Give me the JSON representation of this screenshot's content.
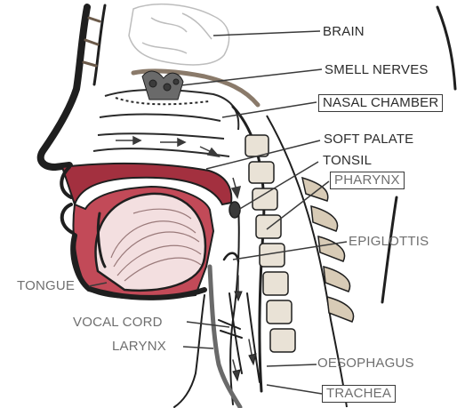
{
  "labels": {
    "brain": "BRAIN",
    "smell_nerves": "SMELL NERVES",
    "nasal_chamber": "NASAL CHAMBER",
    "soft_palate": "SOFT PALATE",
    "tonsil": "TONSIL",
    "pharynx": "PHARYNX",
    "epiglottis": "EPIGLOTTIS",
    "tongue": "TONGUE",
    "vocal_cord": "VOCAL CORD",
    "larynx": "LARYNX",
    "oesophagus": "OESOPHAGUS",
    "trachea": "TRACHEA"
  },
  "colors": {
    "outline": "#1f1f1f",
    "tissue_red": "#a3303f",
    "tissue_pink": "#e8a8b0",
    "bone": "#8a7a6a",
    "leader": "#3a3a3a"
  }
}
